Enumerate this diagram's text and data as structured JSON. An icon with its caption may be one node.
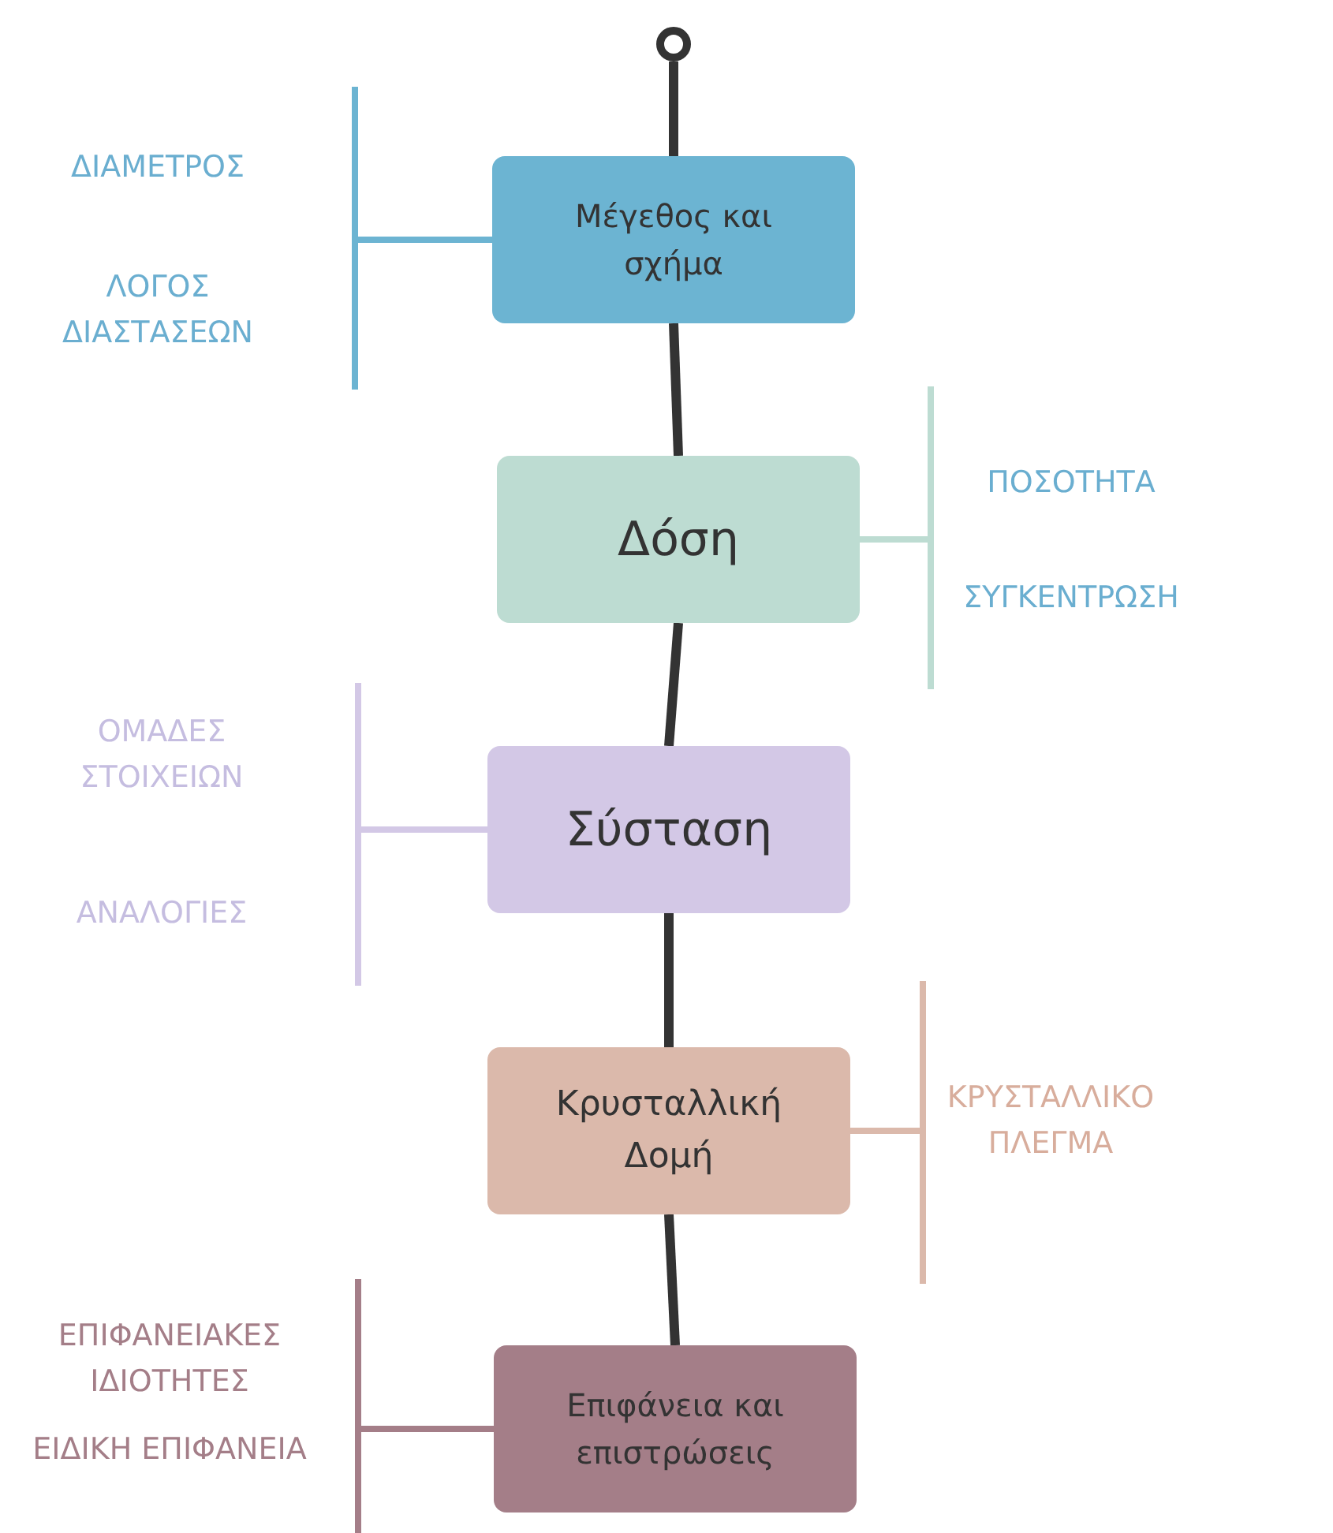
{
  "diagram": {
    "nodes": [
      {
        "text": [],
        "shape": "circle"
      },
      {
        "text": [
          "Μέγεθος και σχήμα"
        ],
        "beside": [
          "ΔΙΑΜΕΤΡΟΣ",
          "ΛΟΓΟΣ ΔΙΑΣΤΑΣΕΩΝ"
        ]
      },
      {
        "text": [
          "Δόση"
        ],
        "beside": [
          "ΠΟΣΟΤΗΤΑ",
          "ΣΥΓΚΕΝΤΡΩΣΗ"
        ]
      },
      {
        "text": [
          "Σύσταση"
        ],
        "beside": [
          "ΟΜΑΔΕΣ ΣΤΟΙΧΕΙΩΝ",
          "ΑΝΑΛΟΓΙΕΣ"
        ]
      },
      {
        "text": [
          "Κρυσταλλική Δομή"
        ],
        "beside": [
          "ΚΡΥΣΤΑΛΛΙΚΟ ΠΛΕΓΜΑ"
        ]
      },
      {
        "text": [
          "Επιφάνεια και επιστρώσεις"
        ],
        "beside": [
          "ΕΠΙΦΑΝΕΙΑΚΕΣ ΙΔΙΟΤΗΤΕΣ",
          "ΕΙΔΙΚΗ ΕΠΙΦΑΝΕΙΑ"
        ]
      }
    ],
    "edges": [
      {
        "from": 0,
        "to": 1,
        "arrow": "none"
      },
      {
        "from": 1,
        "to": 2,
        "arrow": "none"
      },
      {
        "from": 2,
        "to": 3,
        "arrow": "none"
      },
      {
        "from": 3,
        "to": 4,
        "arrow": "none"
      },
      {
        "from": 4,
        "to": 5,
        "arrow": "none"
      }
    ]
  }
}
